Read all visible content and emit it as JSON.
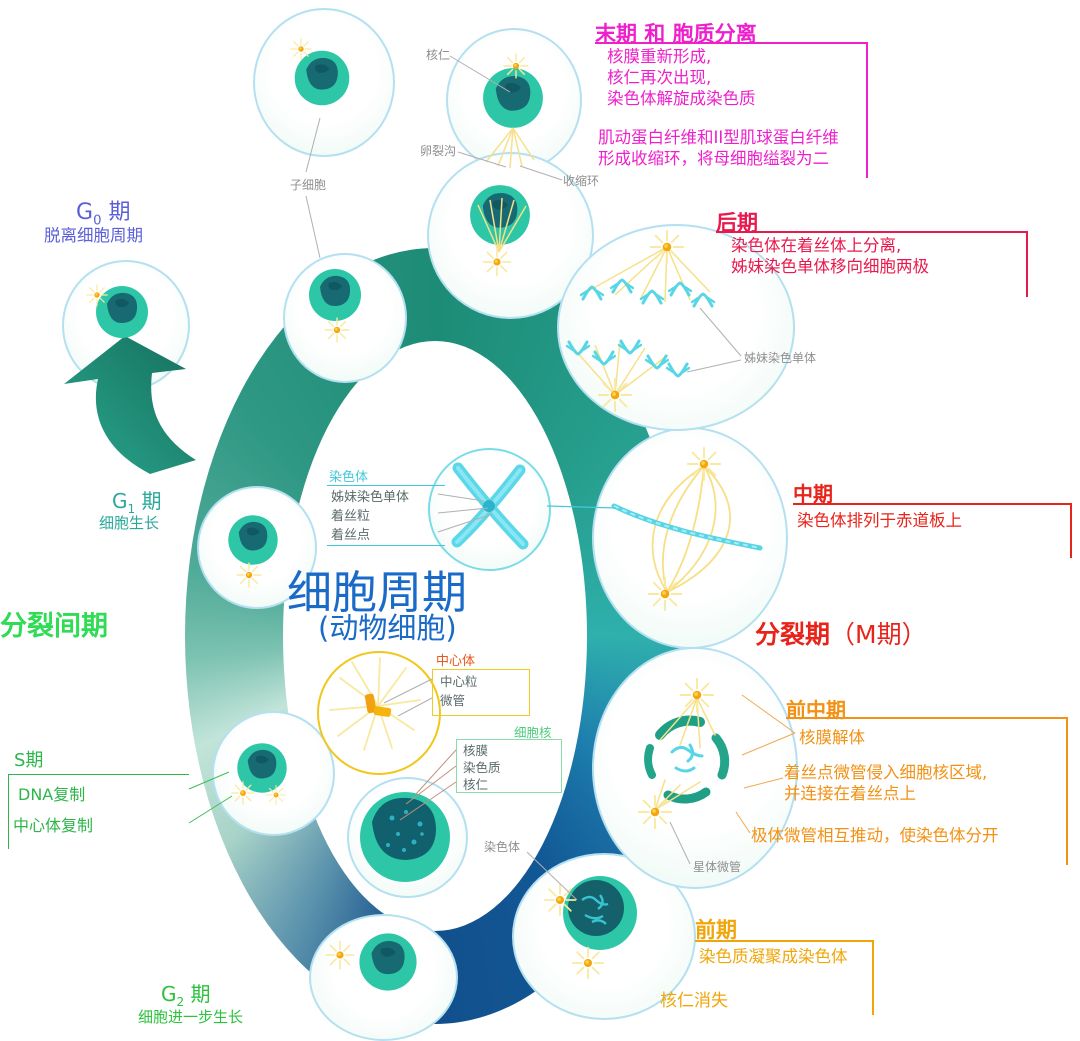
{
  "title": {
    "main": "细胞周期",
    "sub": "(动物细胞)"
  },
  "interphase_label": "分裂间期",
  "mitosis_label": {
    "bold": "分裂期",
    "paren": "（M期）"
  },
  "phases": {
    "g0": {
      "letter": "G",
      "sub": "0",
      "qi": " 期",
      "desc": "脱离细胞周期"
    },
    "g1": {
      "letter": "G",
      "sub": "1",
      "qi": " 期",
      "desc": "细胞生长"
    },
    "g2": {
      "letter": "G",
      "sub": "2",
      "qi": " 期",
      "desc": "细胞进一步生长"
    },
    "s": {
      "title": "S期",
      "lines": [
        "DNA复制",
        "中心体复制"
      ]
    }
  },
  "telophase": {
    "title": "末期 和 胞质分离",
    "lines": [
      "核膜重新形成,",
      "核仁再次出现,",
      "染色体解旋成染色质"
    ],
    "lines2": [
      "肌动蛋白纤维和II型肌球蛋白纤维",
      "形成收缩环，将母细胞缢裂为二"
    ]
  },
  "anaphase": {
    "title": "后期",
    "lines": [
      "染色体在着丝体上分离,",
      "姊妹染色单体移向细胞两极"
    ],
    "pointer": "姊妹染色单体"
  },
  "metaphase": {
    "title": "中期",
    "line": "染色体排列于赤道板上"
  },
  "prometaphase": {
    "title": "前中期",
    "l1": "核膜解体",
    "l2a": "着丝点微管侵入细胞核区域,",
    "l2b": "并连接在着丝点上",
    "l3": "极体微管相互推动，使染色体分开"
  },
  "prophase": {
    "title": "前期",
    "line": "染色质凝聚成染色体",
    "note": "核仁消失"
  },
  "cell_labels": {
    "nucleolus": "核仁",
    "daughter_cell": "子细胞",
    "cleavage_furrow": "卵裂沟",
    "contractile_ring": "收缩环",
    "astral_mt": "星体微管",
    "chromosome": "染色体"
  },
  "insets": {
    "chromosome": {
      "title": "染色体",
      "items": [
        "姊妹染色单体",
        "着丝粒",
        "着丝点"
      ]
    },
    "centrosome": {
      "title": "中心体",
      "items": [
        "中心粒",
        "微管"
      ]
    },
    "nucleus": {
      "title": "细胞核",
      "items": [
        "核膜",
        "染色质",
        "核仁"
      ]
    }
  },
  "colors": {
    "magenta": "#ee20cc",
    "crimson": "#e8194c",
    "red": "#e8231a",
    "orange": "#f29114",
    "amber": "#f0a60a",
    "green": "#2db54a",
    "bright_green": "#30db55",
    "teal": "#2aa89b",
    "violet": "#5a5fd8",
    "blue": "#1a6ac8",
    "cyan": "#41c8d8",
    "nucleus_green": "#50cc7e",
    "centrosome_red": "#e8581c"
  }
}
